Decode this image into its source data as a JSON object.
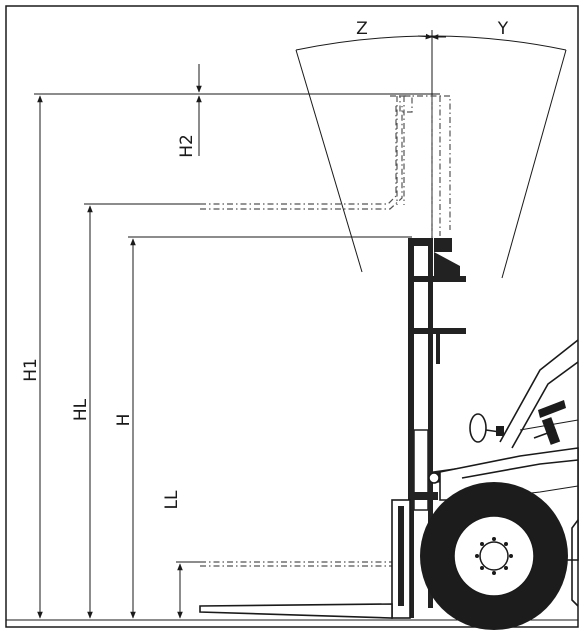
{
  "labels": {
    "z": "Z",
    "y": "Y",
    "h2": "H2",
    "h1": "H1",
    "hl": "HL",
    "h": "H",
    "ll": "LL"
  }
}
